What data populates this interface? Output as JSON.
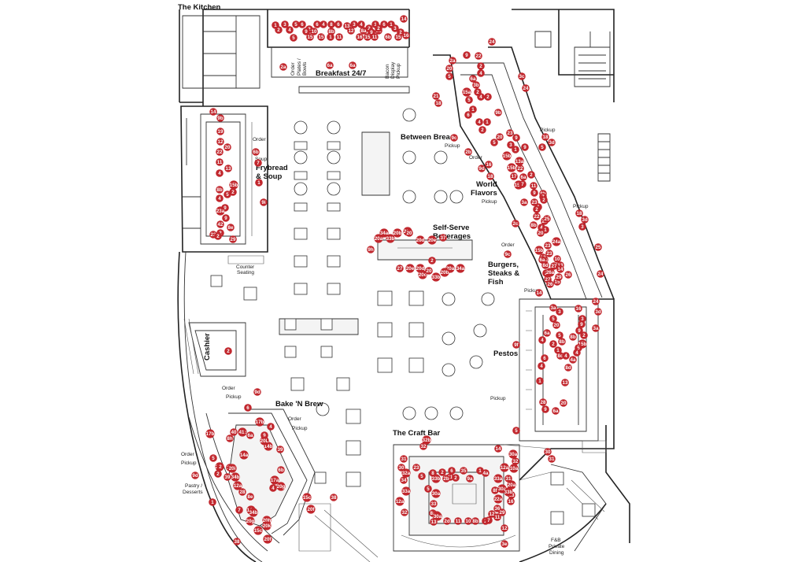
{
  "labels": {
    "kitchen": "The Kitchen",
    "breakfast": "Breakfast 24/7",
    "between_bread": "Between Bread",
    "frybread_1": "Frybread",
    "frybread_2": "& Soup",
    "world_1": "World",
    "world_2": "Flavors",
    "self_serve_1": "Self-Serve",
    "self_serve_2": "Beverages",
    "burgers_1": "Burgers,",
    "burgers_2": "Steaks &",
    "burgers_3": "Fish",
    "pestos": "Pestos",
    "cashier": "Cashier",
    "bake_brew": "Bake 'N Brew",
    "craft_bar": "The Craft Bar"
  },
  "small_labels": {
    "order": "Order",
    "pickup": "Pickup",
    "soup": "Soup",
    "plates_1": "Plates /",
    "plates_2": "Bowls",
    "bacon_1": "Bacon",
    "bacon_2": "Display",
    "counter_1": "Counter",
    "counter_2": "Seating",
    "pastry_1": "Pastry /",
    "pastry_2": "Desserts",
    "fb_1": "F&B",
    "fb_2": "Private",
    "fb_3": "Dining"
  },
  "markers": [
    [
      "1",
      350,
      32
    ],
    [
      "2",
      354,
      38
    ],
    [
      "3",
      362,
      31
    ],
    [
      "4",
      368,
      38
    ],
    [
      "5",
      376,
      31
    ],
    [
      "6",
      384,
      31
    ],
    [
      "2",
      393,
      37
    ],
    [
      "6",
      403,
      31
    ],
    [
      "4",
      411,
      31
    ],
    [
      "8",
      421,
      31
    ],
    [
      "6",
      430,
      31
    ],
    [
      "13",
      441,
      33
    ],
    [
      "3",
      450,
      31
    ],
    [
      "4",
      459,
      31
    ],
    [
      "2",
      469,
      36
    ],
    [
      "1",
      477,
      31
    ],
    [
      "6",
      488,
      31
    ],
    [
      "1",
      497,
      31
    ],
    [
      "14",
      513,
      24
    ],
    [
      "9",
      389,
      40
    ],
    [
      "10",
      399,
      40
    ],
    [
      "8b",
      421,
      40
    ],
    [
      "12",
      446,
      39
    ],
    [
      "8a",
      462,
      39
    ],
    [
      "9",
      472,
      41
    ],
    [
      "12",
      481,
      39
    ],
    [
      "3",
      502,
      36
    ],
    [
      "2",
      509,
      41
    ],
    [
      "5",
      373,
      48
    ],
    [
      "15",
      394,
      47
    ],
    [
      "15",
      408,
      47
    ],
    [
      "1",
      420,
      47
    ],
    [
      "11",
      431,
      47
    ],
    [
      "16",
      457,
      47
    ],
    [
      "15",
      467,
      47
    ],
    [
      "11",
      476,
      47
    ],
    [
      "6b",
      493,
      47
    ],
    [
      "15",
      506,
      47
    ],
    [
      "16",
      516,
      45
    ],
    [
      "2",
      481,
      36
    ],
    [
      "6a",
      419,
      83
    ],
    [
      "6a",
      448,
      83
    ],
    [
      "2a",
      360,
      85
    ],
    [
      "24",
      625,
      53
    ],
    [
      "2a",
      575,
      77
    ],
    [
      "20",
      571,
      87
    ],
    [
      "5",
      571,
      97
    ],
    [
      "6a",
      601,
      100
    ],
    [
      "4",
      611,
      93
    ],
    [
      "3b",
      605,
      108
    ],
    [
      "2",
      607,
      117
    ],
    [
      "15a",
      593,
      117
    ],
    [
      "5",
      596,
      127
    ],
    [
      "4",
      611,
      123
    ],
    [
      "2",
      620,
      123
    ],
    [
      "21",
      554,
      122
    ],
    [
      "18",
      557,
      131
    ],
    [
      "6",
      595,
      146
    ],
    [
      "1",
      601,
      139
    ],
    [
      "4",
      609,
      155
    ],
    [
      "9",
      593,
      70
    ],
    [
      "2",
      611,
      84
    ],
    [
      "22",
      608,
      71
    ],
    [
      "3c",
      663,
      97
    ],
    [
      "24",
      668,
      112
    ],
    [
      "9b",
      633,
      143
    ],
    [
      "1",
      619,
      155
    ],
    [
      "2",
      613,
      165
    ],
    [
      "23",
      648,
      169
    ],
    [
      "9c",
      577,
      175
    ],
    [
      "5",
      628,
      181
    ],
    [
      "20",
      635,
      174
    ],
    [
      "9",
      656,
      175
    ],
    [
      "18",
      693,
      174
    ],
    [
      "3d",
      701,
      181
    ],
    [
      "3",
      649,
      184
    ],
    [
      "1",
      655,
      190
    ],
    [
      "9",
      667,
      187
    ],
    [
      "5",
      689,
      187
    ],
    [
      "15b",
      644,
      198
    ],
    [
      "2b",
      595,
      193
    ],
    [
      "16",
      621,
      209
    ],
    [
      "13a",
      660,
      205
    ],
    [
      "15b",
      650,
      213
    ],
    [
      "22",
      661,
      214
    ],
    [
      "9d",
      612,
      214
    ],
    [
      "18",
      623,
      224
    ],
    [
      "17",
      653,
      224
    ],
    [
      "6a",
      665,
      225
    ],
    [
      "2",
      675,
      222
    ],
    [
      "15b",
      659,
      235
    ],
    [
      "7",
      664,
      234
    ],
    [
      "11",
      678,
      236
    ],
    [
      "9",
      679,
      245
    ],
    [
      "23",
      679,
      257
    ],
    [
      "1",
      684,
      263
    ],
    [
      "3a",
      666,
      257
    ],
    [
      "2",
      682,
      266
    ],
    [
      "14",
      271,
      142
    ],
    [
      "9b",
      280,
      150
    ],
    [
      "19",
      280,
      167
    ],
    [
      "12",
      280,
      180
    ],
    [
      "20",
      289,
      187
    ],
    [
      "22",
      279,
      193
    ],
    [
      "11",
      279,
      206
    ],
    [
      "13",
      290,
      214
    ],
    [
      "4",
      279,
      220
    ],
    [
      "6b",
      325,
      193
    ],
    [
      "7",
      328,
      207
    ],
    [
      "1",
      329,
      232
    ],
    [
      "15b",
      297,
      235
    ],
    [
      "8b",
      279,
      241
    ],
    [
      "2",
      296,
      244
    ],
    [
      "5",
      289,
      247
    ],
    [
      "9i",
      335,
      257
    ],
    [
      "4",
      279,
      252
    ],
    [
      "9",
      286,
      264
    ],
    [
      "23a",
      280,
      268
    ],
    [
      "9",
      287,
      277
    ],
    [
      "42",
      280,
      285
    ],
    [
      "8e",
      293,
      289
    ],
    [
      "2",
      280,
      296
    ],
    [
      "23",
      271,
      298
    ],
    [
      "2",
      277,
      300
    ],
    [
      "29",
      296,
      304
    ],
    [
      "8b",
      690,
      246
    ],
    [
      "7",
      690,
      250
    ],
    [
      "2",
      691,
      254
    ],
    [
      "22",
      682,
      275
    ],
    [
      "20",
      692,
      281
    ],
    [
      "8b",
      678,
      286
    ],
    [
      "4",
      688,
      289
    ],
    [
      "25",
      695,
      278
    ],
    [
      "1",
      693,
      292
    ],
    [
      "20",
      687,
      296
    ],
    [
      "18",
      736,
      271
    ],
    [
      "3d",
      743,
      279
    ],
    [
      "3",
      740,
      288
    ],
    [
      "2c",
      655,
      284
    ],
    [
      "23",
      696,
      312
    ],
    [
      "24a",
      707,
      307
    ],
    [
      "23",
      698,
      322
    ],
    [
      "13c",
      691,
      330
    ],
    [
      "2",
      694,
      347
    ],
    [
      "27",
      696,
      355
    ],
    [
      "26a",
      699,
      346
    ],
    [
      "18",
      690,
      327
    ],
    [
      "8d",
      693,
      337
    ],
    [
      "27",
      704,
      338
    ],
    [
      "15b",
      685,
      318
    ],
    [
      "6a",
      689,
      330
    ],
    [
      "10",
      708,
      329
    ],
    [
      "13",
      712,
      337
    ],
    [
      "14",
      712,
      342
    ],
    [
      "25",
      760,
      314
    ],
    [
      "24",
      763,
      348
    ],
    [
      "26",
      722,
      349
    ],
    [
      "9c",
      645,
      323
    ],
    [
      "14",
      685,
      372
    ],
    [
      "26",
      699,
      361
    ],
    [
      "15",
      708,
      358
    ],
    [
      "29",
      710,
      352
    ],
    [
      "34a",
      488,
      296
    ],
    [
      "20b",
      505,
      296
    ],
    [
      "20c",
      518,
      294
    ],
    [
      "20",
      520,
      296
    ],
    [
      "20a",
      481,
      303
    ],
    [
      "33b",
      496,
      303
    ],
    [
      "20d",
      534,
      305
    ],
    [
      "20e",
      549,
      305
    ],
    [
      "37",
      563,
      302
    ],
    [
      "9h",
      471,
      317
    ],
    [
      "27",
      508,
      341
    ],
    [
      "20e",
      521,
      341
    ],
    [
      "20d",
      534,
      341
    ],
    [
      "20c",
      537,
      349
    ],
    [
      "20",
      545,
      344
    ],
    [
      "20a",
      572,
      341
    ],
    [
      "34a",
      585,
      341
    ],
    [
      "33b",
      554,
      352
    ],
    [
      "20b",
      565,
      346
    ],
    [
      "2",
      549,
      331
    ],
    [
      "3a",
      703,
      391
    ],
    [
      "16",
      735,
      392
    ],
    [
      "24",
      757,
      383
    ],
    [
      "3d",
      760,
      396
    ],
    [
      "3",
      711,
      396
    ],
    [
      "5",
      703,
      405
    ],
    [
      "20",
      707,
      413
    ],
    [
      "3",
      740,
      405
    ],
    [
      "9",
      739,
      412
    ],
    [
      "3a",
      757,
      417
    ],
    [
      "5",
      711,
      426
    ],
    [
      "6a",
      695,
      423
    ],
    [
      "9",
      736,
      420
    ],
    [
      "8b",
      728,
      428
    ],
    [
      "2",
      742,
      426
    ],
    [
      "4",
      689,
      432
    ],
    [
      "2",
      703,
      437
    ],
    [
      "8b",
      714,
      434
    ],
    [
      "15b",
      740,
      437
    ],
    [
      "5",
      735,
      442
    ],
    [
      "4",
      733,
      448
    ],
    [
      "9f",
      656,
      438
    ],
    [
      "1",
      709,
      445
    ],
    [
      "8c",
      712,
      452
    ],
    [
      "4",
      719,
      452
    ],
    [
      "4a",
      728,
      457
    ],
    [
      "6",
      692,
      455
    ],
    [
      "8d",
      722,
      467
    ],
    [
      "4",
      688,
      465
    ],
    [
      "1",
      686,
      484
    ],
    [
      "13",
      718,
      486
    ],
    [
      "9",
      693,
      520
    ],
    [
      "28",
      690,
      511
    ],
    [
      "6a",
      706,
      522
    ],
    [
      "20",
      716,
      512
    ],
    [
      "5",
      656,
      547
    ],
    [
      "2",
      290,
      446
    ],
    [
      "9d",
      327,
      498
    ],
    [
      "6",
      315,
      518
    ],
    [
      "17b",
      330,
      536
    ],
    [
      "4",
      344,
      542
    ],
    [
      "6a",
      318,
      553
    ],
    [
      "9",
      336,
      553
    ],
    [
      "8h",
      292,
      557
    ],
    [
      "20b",
      279,
      593
    ],
    [
      "20",
      292,
      594
    ],
    [
      "20c",
      308,
      549
    ],
    [
      "40",
      297,
      549
    ],
    [
      "41",
      307,
      549
    ],
    [
      "14b",
      341,
      567
    ],
    [
      "20L",
      336,
      560
    ],
    [
      "39",
      356,
      571
    ],
    [
      "17b",
      267,
      551
    ],
    [
      "14a",
      310,
      578
    ],
    [
      "6b",
      357,
      597
    ],
    [
      "5",
      271,
      582
    ],
    [
      "9d",
      248,
      604
    ],
    [
      "39",
      289,
      606
    ],
    [
      "2",
      277,
      602
    ],
    [
      "34b",
      299,
      606
    ],
    [
      "20i",
      295,
      595
    ],
    [
      "2",
      280,
      593
    ],
    [
      "17a",
      349,
      610
    ],
    [
      "12a",
      302,
      617
    ],
    [
      "4",
      347,
      620
    ],
    [
      "20g",
      357,
      618
    ],
    [
      "8e",
      318,
      631
    ],
    [
      "14b",
      319,
      648
    ],
    [
      "34b",
      322,
      651
    ],
    [
      "15c",
      390,
      632
    ],
    [
      "38",
      424,
      632
    ],
    [
      "20f",
      395,
      647
    ],
    [
      "7",
      304,
      648
    ],
    [
      "20g",
      318,
      662
    ],
    [
      "20h",
      339,
      661
    ],
    [
      "20k",
      339,
      668
    ],
    [
      "15c",
      328,
      674
    ],
    [
      "20f",
      340,
      685
    ],
    [
      "38",
      301,
      688
    ],
    [
      "1",
      270,
      638
    ],
    [
      "28",
      308,
      625
    ],
    [
      "32b",
      542,
      559
    ],
    [
      "32",
      538,
      567
    ],
    [
      "31",
      513,
      583
    ],
    [
      "30",
      510,
      594
    ],
    [
      "32a",
      516,
      601
    ],
    [
      "23",
      529,
      594
    ],
    [
      "34",
      513,
      610
    ],
    [
      "33a",
      516,
      624
    ],
    [
      "12a",
      508,
      637
    ],
    [
      "32",
      514,
      651
    ],
    [
      "14",
      633,
      570
    ],
    [
      "30a",
      652,
      577
    ],
    [
      "30",
      696,
      574
    ],
    [
      "31",
      701,
      583
    ],
    [
      "32",
      655,
      586
    ],
    [
      "10a",
      653,
      595
    ],
    [
      "12a",
      641,
      594
    ],
    [
      "11",
      572,
      606
    ],
    [
      "2",
      562,
      600
    ],
    [
      "6",
      574,
      598
    ],
    [
      "35",
      589,
      598
    ],
    [
      "1",
      610,
      598
    ],
    [
      "8",
      550,
      601
    ],
    [
      "5",
      536,
      605
    ],
    [
      "33b",
      554,
      608
    ],
    [
      "2b",
      567,
      608
    ],
    [
      "2",
      579,
      607
    ],
    [
      "9a",
      597,
      608
    ],
    [
      "4a",
      617,
      601
    ],
    [
      "33a",
      633,
      608
    ],
    [
      "31",
      646,
      608
    ],
    [
      "5",
      544,
      621
    ],
    [
      "30a",
      554,
      627
    ],
    [
      "33",
      551,
      640
    ],
    [
      "8f",
      629,
      623
    ],
    [
      "30a",
      638,
      621
    ],
    [
      "23",
      650,
      629
    ],
    [
      "22a",
      633,
      634
    ],
    [
      "16",
      649,
      637
    ],
    [
      "20a",
      650,
      616
    ],
    [
      "33b",
      646,
      625
    ],
    [
      "36",
      632,
      646
    ],
    [
      "29",
      638,
      651
    ],
    [
      "8e",
      550,
      652
    ],
    [
      "20a",
      555,
      655
    ],
    [
      "30a",
      556,
      656
    ],
    [
      "12",
      625,
      653
    ],
    [
      "11",
      632,
      657
    ],
    [
      "13",
      551,
      663
    ],
    [
      "2d",
      568,
      662
    ],
    [
      "11",
      582,
      662
    ],
    [
      "10",
      595,
      662
    ],
    [
      "8b",
      604,
      662
    ],
    [
      "2",
      617,
      662
    ],
    [
      "12",
      641,
      671
    ],
    [
      "7",
      621,
      661
    ],
    [
      "3e",
      641,
      691
    ]
  ]
}
